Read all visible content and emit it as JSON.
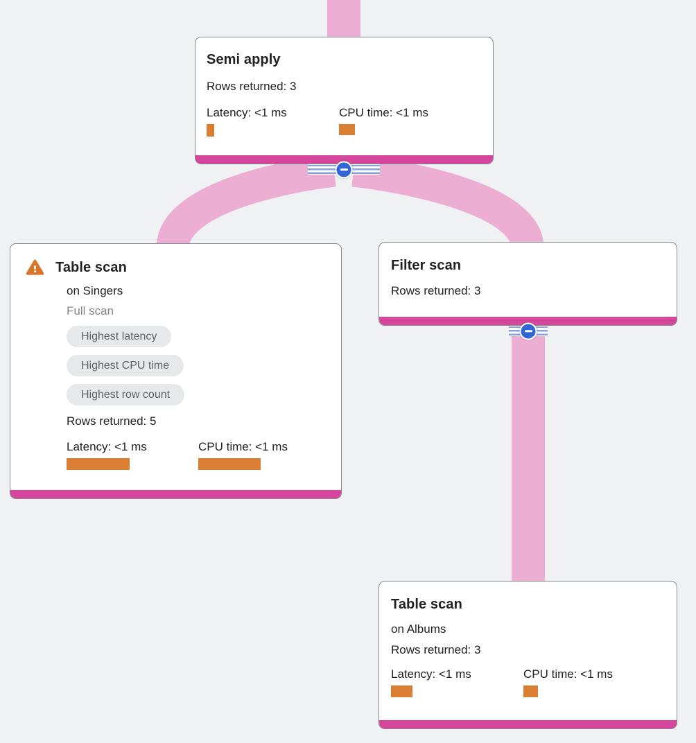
{
  "app": "query-execution-plan-visualizer",
  "colors": {
    "background": "#f0f1f3",
    "link_pink": "#ecaed3",
    "node_accent_magenta": "#d6459c",
    "metric_bar_orange": "#d97e32",
    "collapse_button_blue": "#3067d5",
    "stripe_blue": "#86a2df",
    "warning_orange": "#d8752a",
    "badge_background": "#e7e8ea",
    "badge_text": "#5f6368",
    "muted_text": "#80868b",
    "text": "#202124",
    "card_border": "#84898f"
  },
  "icons": {
    "warning": "warning-triangle",
    "collapse": "minus-circle"
  },
  "graph": {
    "edges": [
      {
        "from": "parent-offscreen",
        "to": "semi_apply"
      },
      {
        "from": "semi_apply",
        "to": "table_scan_singers"
      },
      {
        "from": "semi_apply",
        "to": "filter_scan"
      },
      {
        "from": "filter_scan",
        "to": "table_scan_albums"
      }
    ],
    "collapse_buttons_on": [
      "semi_apply",
      "filter_scan"
    ]
  },
  "nodes": {
    "semi_apply": {
      "title": "Semi apply",
      "rows": "Rows returned: 3",
      "latency_label": "Latency: <1 ms",
      "cpu_label": "CPU time: <1 ms",
      "latency_bar": {
        "w": 11,
        "h": 18
      },
      "cpu_bar": {
        "w": 23,
        "h": 16
      }
    },
    "table_scan_singers": {
      "title": "Table scan",
      "subtitle": "on Singers",
      "scan_type": "Full scan",
      "badges": [
        "Highest latency",
        "Highest CPU time",
        "Highest row count"
      ],
      "rows": "Rows returned: 5",
      "latency_label": "Latency: <1 ms",
      "cpu_label": "CPU time: <1 ms",
      "latency_bar": {
        "w": 91,
        "h": 17
      },
      "cpu_bar": {
        "w": 90,
        "h": 17
      }
    },
    "filter_scan": {
      "title": "Filter scan",
      "rows": "Rows returned: 3"
    },
    "table_scan_albums": {
      "title": "Table scan",
      "subtitle": "on Albums",
      "rows": "Rows returned: 3",
      "latency_label": "Latency: <1 ms",
      "cpu_label": "CPU time: <1 ms",
      "latency_bar": {
        "w": 31,
        "h": 17
      },
      "cpu_bar": {
        "w": 21,
        "h": 17
      }
    }
  }
}
